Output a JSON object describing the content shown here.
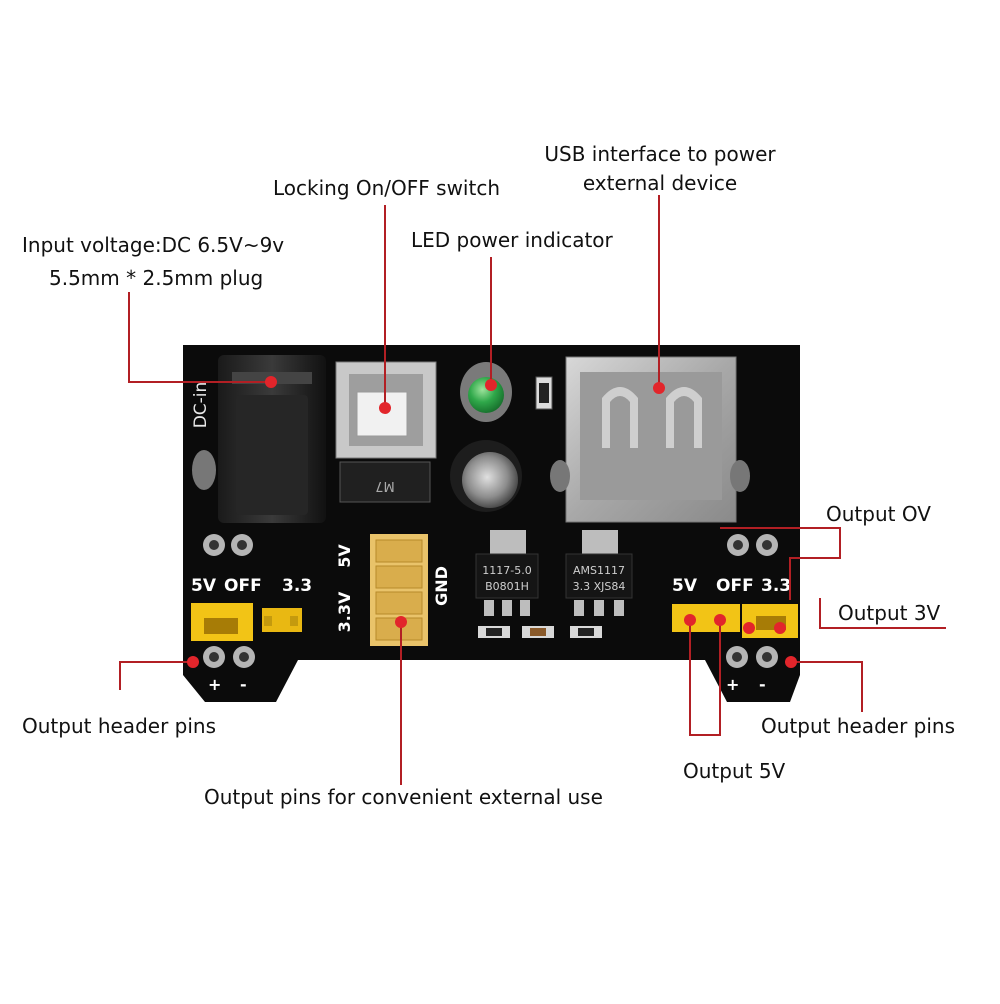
{
  "labels": {
    "input_voltage": "Input voltage:DC 6.5V~9v",
    "plug": "5.5mm * 2.5mm plug",
    "locking_switch": "Locking On/OFF switch",
    "led_indicator": "LED power indicator",
    "usb_line1": "USB interface to power",
    "usb_line2": "external device",
    "output_0v": "Output OV",
    "output_3v": "Output 3V",
    "output_header_left": "Output header pins",
    "output_header_right": "Output header pins",
    "output_5v": "Output 5V",
    "output_pins_external": "Output pins for convenient external use"
  },
  "board": {
    "dc_in": "DC-in",
    "jumper_left_5v": "5V",
    "jumper_left_off": "OFF",
    "jumper_left_33": "3.3",
    "jumper_right_5v": "5V",
    "jumper_right_off": "OFF",
    "jumper_right_33": "3.3",
    "header_5v": "5V",
    "header_33v": "3.3V",
    "gnd": "GND",
    "plus_left": "+",
    "minus_left": "-",
    "plus_right": "+",
    "minus_right": "-",
    "reg1_line1": "1117-5.0",
    "reg1_line2": "B0801H",
    "reg2_line1": "AMS1117",
    "reg2_line2": "3.3 XJS84",
    "switch_code": "M7"
  },
  "colors": {
    "board": "#0b0b0b",
    "callout_line": "#b21f24",
    "callout_dot": "#e2252b",
    "jumper_yellow": "#f2c416",
    "header_yellow": "#e9c36a",
    "led_green": "#2fa84a",
    "metal": "#b9b9b9"
  }
}
